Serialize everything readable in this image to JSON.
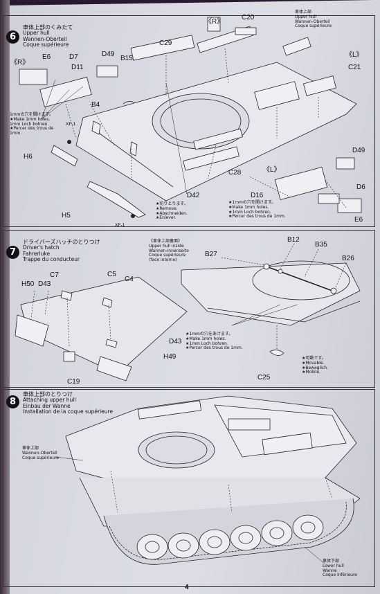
{
  "page_number": "4",
  "step6": {
    "number": "6",
    "title_jp": "車体上部のくみたて",
    "title_en": "Upper hull",
    "title_de": "Wannen-Oberteil",
    "title_fr": "Coque supérieure",
    "part_labels": [
      "E6",
      "D7",
      "D49",
      "B15",
      "C29",
      "《R》",
      "C20",
      "《R》",
      "D11",
      "B4",
      "XF-1",
      "H6",
      "H5",
      "XF-1",
      "D42",
      "C28",
      "C21",
      "《L》",
      "D49",
      "D16",
      "《L》",
      "D6",
      "E6"
    ],
    "hole_note_left": [
      "1mmの穴を開けます。",
      "★Make 1mm holes.",
      "1mm Loch bohren.",
      "★Percer des trous de",
      "1mm."
    ],
    "remove_note": [
      "★切りとります。",
      "★Remove.",
      "★Abschneiden.",
      "★Enlever."
    ],
    "hole_note_right": [
      "★1mmの穴を開けます。",
      "★Make 1mm holes.",
      "★1mm Loch bohren.",
      "★Percer des trous de 1mm."
    ],
    "upper_hull_callout": [
      "車体上部",
      "Upper hull",
      "Wannen-Oberteil",
      "Coque supérieure"
    ]
  },
  "step7": {
    "number": "7",
    "title_jp": "ドライバーズハッチのとりつけ",
    "title_en": "Driver's hatch",
    "title_de": "Fahrerluke",
    "title_fr": "Trappe du conducteur",
    "inside_callout": [
      "《車体上部裏面》",
      "Upper hull inside",
      "Wannen-Innenseite",
      "Coque supérieure",
      "(face interne)"
    ],
    "part_labels": [
      "H50",
      "D43",
      "C7",
      "C5",
      "C4",
      "D43",
      "H49",
      "C19",
      "B27",
      "B12",
      "B35",
      "B26",
      "C25"
    ],
    "hole_note": [
      "★1mmの穴をあけます。",
      "★Make 1mm holes.",
      "★1mm Loch bohren.",
      "★Percer des trous de 1mm."
    ],
    "movable_note": [
      "★可動です。",
      "★Movable.",
      "★Beweglich.",
      "★Mobile."
    ]
  },
  "step8": {
    "number": "8",
    "title_jp": "車体上部のとりつけ",
    "title_en": "Attaching upper hull",
    "title_de": "Einbau der Wanne",
    "title_fr": "Installation de la coque supérieure",
    "upper_callout": [
      "車体上部",
      "Wannen-Oberteil",
      "Coque supérieure"
    ],
    "lower_callout": [
      "車体下部",
      "Lower hull",
      "Wanne",
      "Coque inférieure"
    ]
  }
}
